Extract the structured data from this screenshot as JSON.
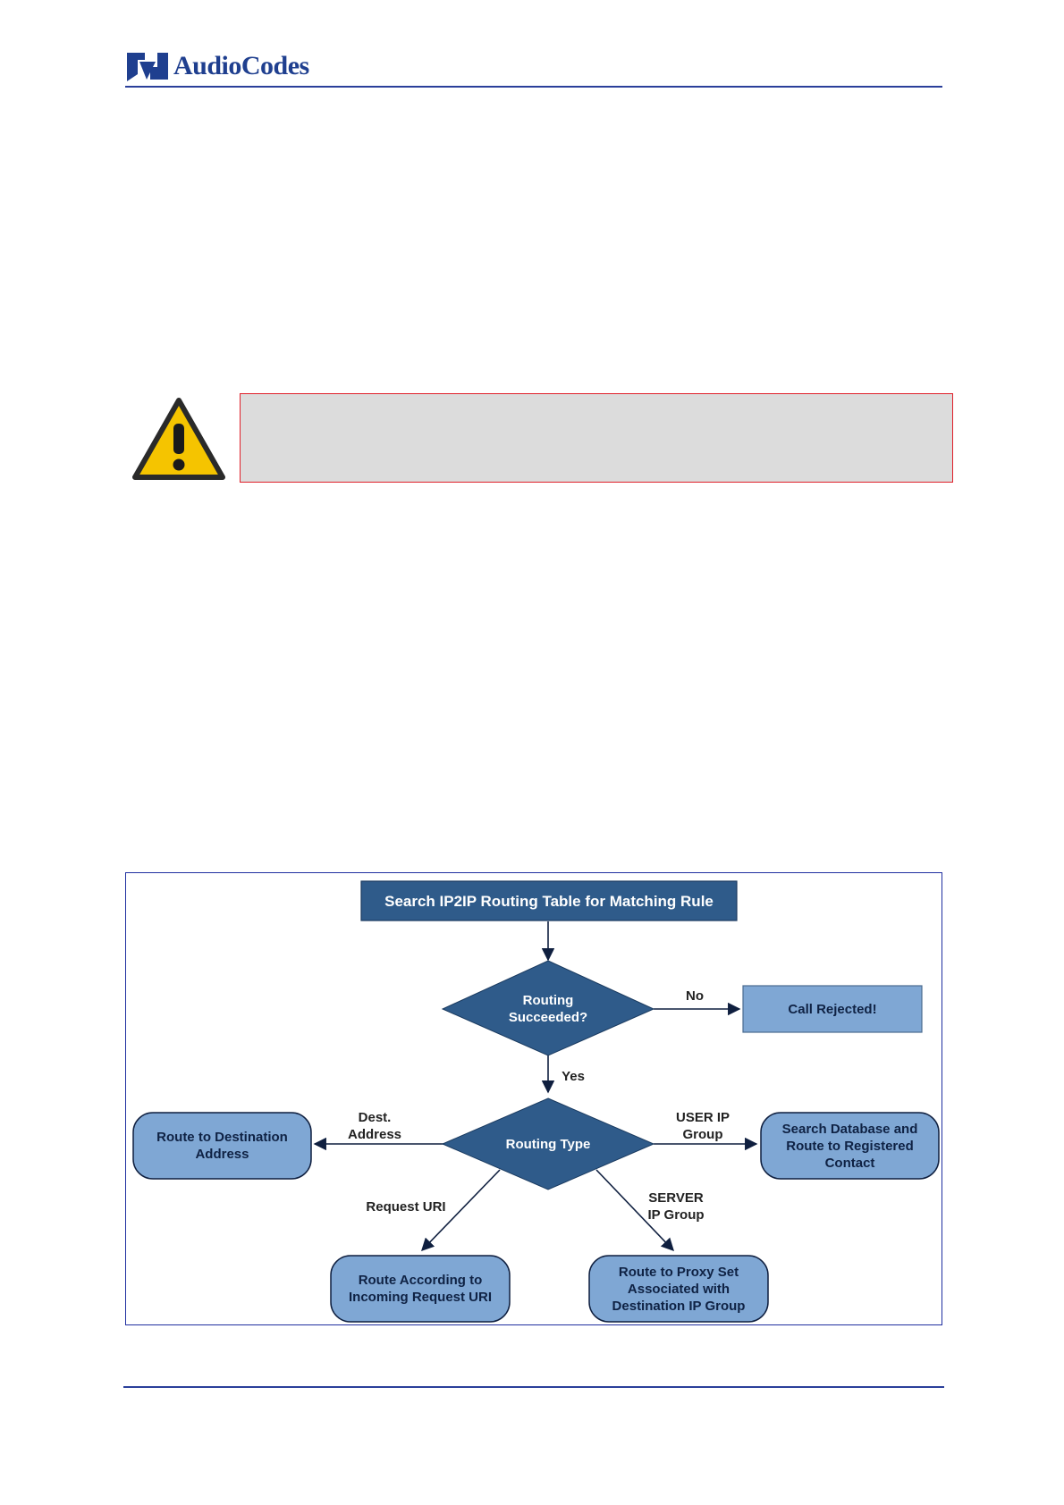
{
  "header": {
    "brand": "AudioCodes"
  },
  "note": {
    "icon": "warning-icon"
  },
  "flowchart": {
    "start": "Search IP2IP Routing Table for Matching Rule",
    "decision_routing": "Routing\nSucceeded?",
    "label_no": "No",
    "call_rejected": "Call Rejected!",
    "label_yes": "Yes",
    "decision_type": "Routing Type",
    "label_dest": "Dest.\nAddress",
    "route_destination": "Route to Destination\nAddress",
    "label_user_ip": "USER IP\nGroup",
    "search_database": "Search Database and\nRoute to Registered\nContact",
    "label_request_uri": "Request URI",
    "route_incoming": "Route According to\nIncoming  Request URI",
    "label_server_ip": "SERVER\nIP Group",
    "route_proxy": "Route to Proxy Set\nAssociated with\nDestination IP Group"
  },
  "colors": {
    "brand_blue": "#1f3f8f",
    "dark_node": "#2f5b8a",
    "light_node": "#7fa7d4",
    "note_border": "#e0202a",
    "note_bg": "#dcdcdc",
    "warning_yellow": "#f5c400"
  }
}
